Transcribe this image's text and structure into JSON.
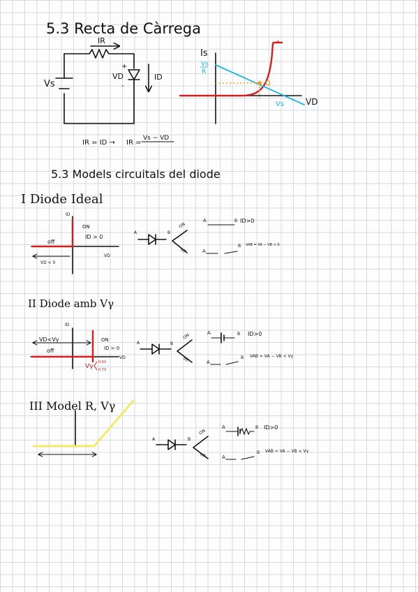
{
  "section1": {
    "title": "5.3 Recta de Càrrega",
    "circuit": {
      "current_label": "IR",
      "source_label": "Vs",
      "diode_voltage_label": "VD",
      "plus": "+",
      "minus": "-",
      "diode_current_label": "ID"
    },
    "formula": {
      "part1": "IR = ID →",
      "part2": "IR =",
      "numerator": "Vs − VD"
    },
    "graph": {
      "y_label": "Is",
      "y_intercept_num": "Vs",
      "y_intercept_den": "R",
      "x_intercept": "Vs",
      "x_label": "VD",
      "q_label": "Q"
    }
  },
  "section2": {
    "title": "5.3 Models circuitals del diode"
  },
  "model1": {
    "title": "I Diode Ideal",
    "graph": {
      "y_label": "ID",
      "on_label": "ON",
      "on_condition": "ID > 0",
      "off_label": "off",
      "off_condition": "VD < 0",
      "x_label": "VD"
    },
    "schematic": {
      "a": "A",
      "b": "B",
      "on": "ON",
      "off": "off",
      "on_condition": "ID>0",
      "off_condition": "VAB = VA − VB < 0"
    }
  },
  "model2": {
    "title": "II Diode amb Vγ",
    "graph": {
      "y_label": "ID",
      "cond": "VD<Vγ",
      "off_label": "off",
      "on_label": "ON",
      "on_condition": "ID > 0",
      "x_label": "VD",
      "vg_label": "Vγ",
      "vg_val1": "0,6V",
      "vg_val2": "0,7V"
    },
    "schematic": {
      "a": "A",
      "b": "B",
      "on": "ON",
      "off": "off",
      "on_condition": "ID>0",
      "off_condition": "VAB = VA − VB < Vγ"
    }
  },
  "model3": {
    "title": "III Model R, Vγ",
    "schematic": {
      "a": "A",
      "b": "B",
      "on": "ON",
      "off": "off",
      "on_condition": "ID>0",
      "off_condition": "VAB = VA − VB < Vγ"
    }
  },
  "colors": {
    "red": "#d0201e",
    "cyan": "#1fb6e0",
    "yellow": "#f4ea6a",
    "orange": "#f0a020"
  }
}
